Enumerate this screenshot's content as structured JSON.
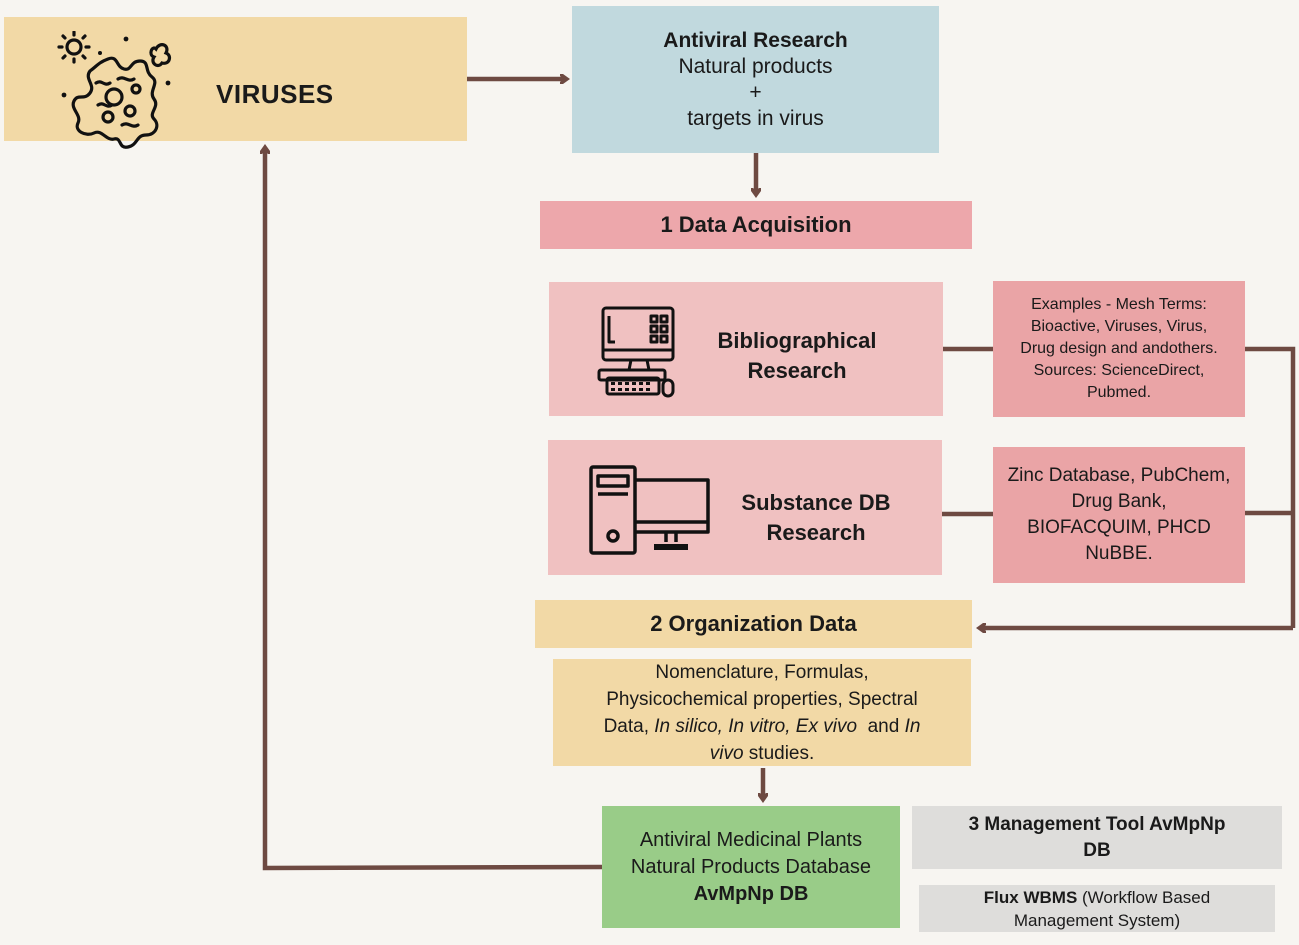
{
  "viruses": {
    "label": "VIRUSES"
  },
  "antiviral": {
    "title": "Antiviral Research",
    "line1": "Natural products",
    "plus": "+",
    "line2": "targets in virus"
  },
  "acquisition": {
    "label": "1 Data Acquisition"
  },
  "bibliographical": {
    "line1": "Bibliographical",
    "line2": "Research"
  },
  "mesh": {
    "line1": "Examples - Mesh Terms:",
    "line2": "Bioactive, Viruses, Virus,",
    "line3": "Drug design and andothers.",
    "line4": "Sources: ScienceDirect,",
    "line5": "Pubmed."
  },
  "substance": {
    "line1": "Substance DB",
    "line2": "Research"
  },
  "zinc": {
    "line1": "Zinc Database, PubChem,",
    "line2": "Drug Bank,",
    "line3": "BIOFACQUIM, PHCD",
    "line4": "NuBBE."
  },
  "organization": {
    "label": "2 Organization Data"
  },
  "nomenclature": {
    "line1": "Nomenclature, Formulas,",
    "line2": "Physicochemical properties, Spectral",
    "l3a": "Data, ",
    "l3b": "In silico, In vitro, Ex vivo",
    "l3c": "  and ",
    "l3d": "In",
    "l4a": "vivo",
    "l4b": " studies."
  },
  "database": {
    "line1": "Antiviral Medicinal Plants",
    "line2": "Natural Products Database",
    "line3": "AvMpNp DB"
  },
  "management": {
    "line1": "3 Management Tool AvMpNp",
    "line2": "DB"
  },
  "flux": {
    "bold": "Flux WBMS",
    "rest": " (Workflow Based",
    "line2": "Management System)"
  },
  "colors": {
    "arrow": "#6e4a42",
    "viruses": "#f2d9a6",
    "antiviral": "#c1d9de",
    "pink": "#eda7ab",
    "database": "#99cc88",
    "gray": "#dedddb"
  }
}
